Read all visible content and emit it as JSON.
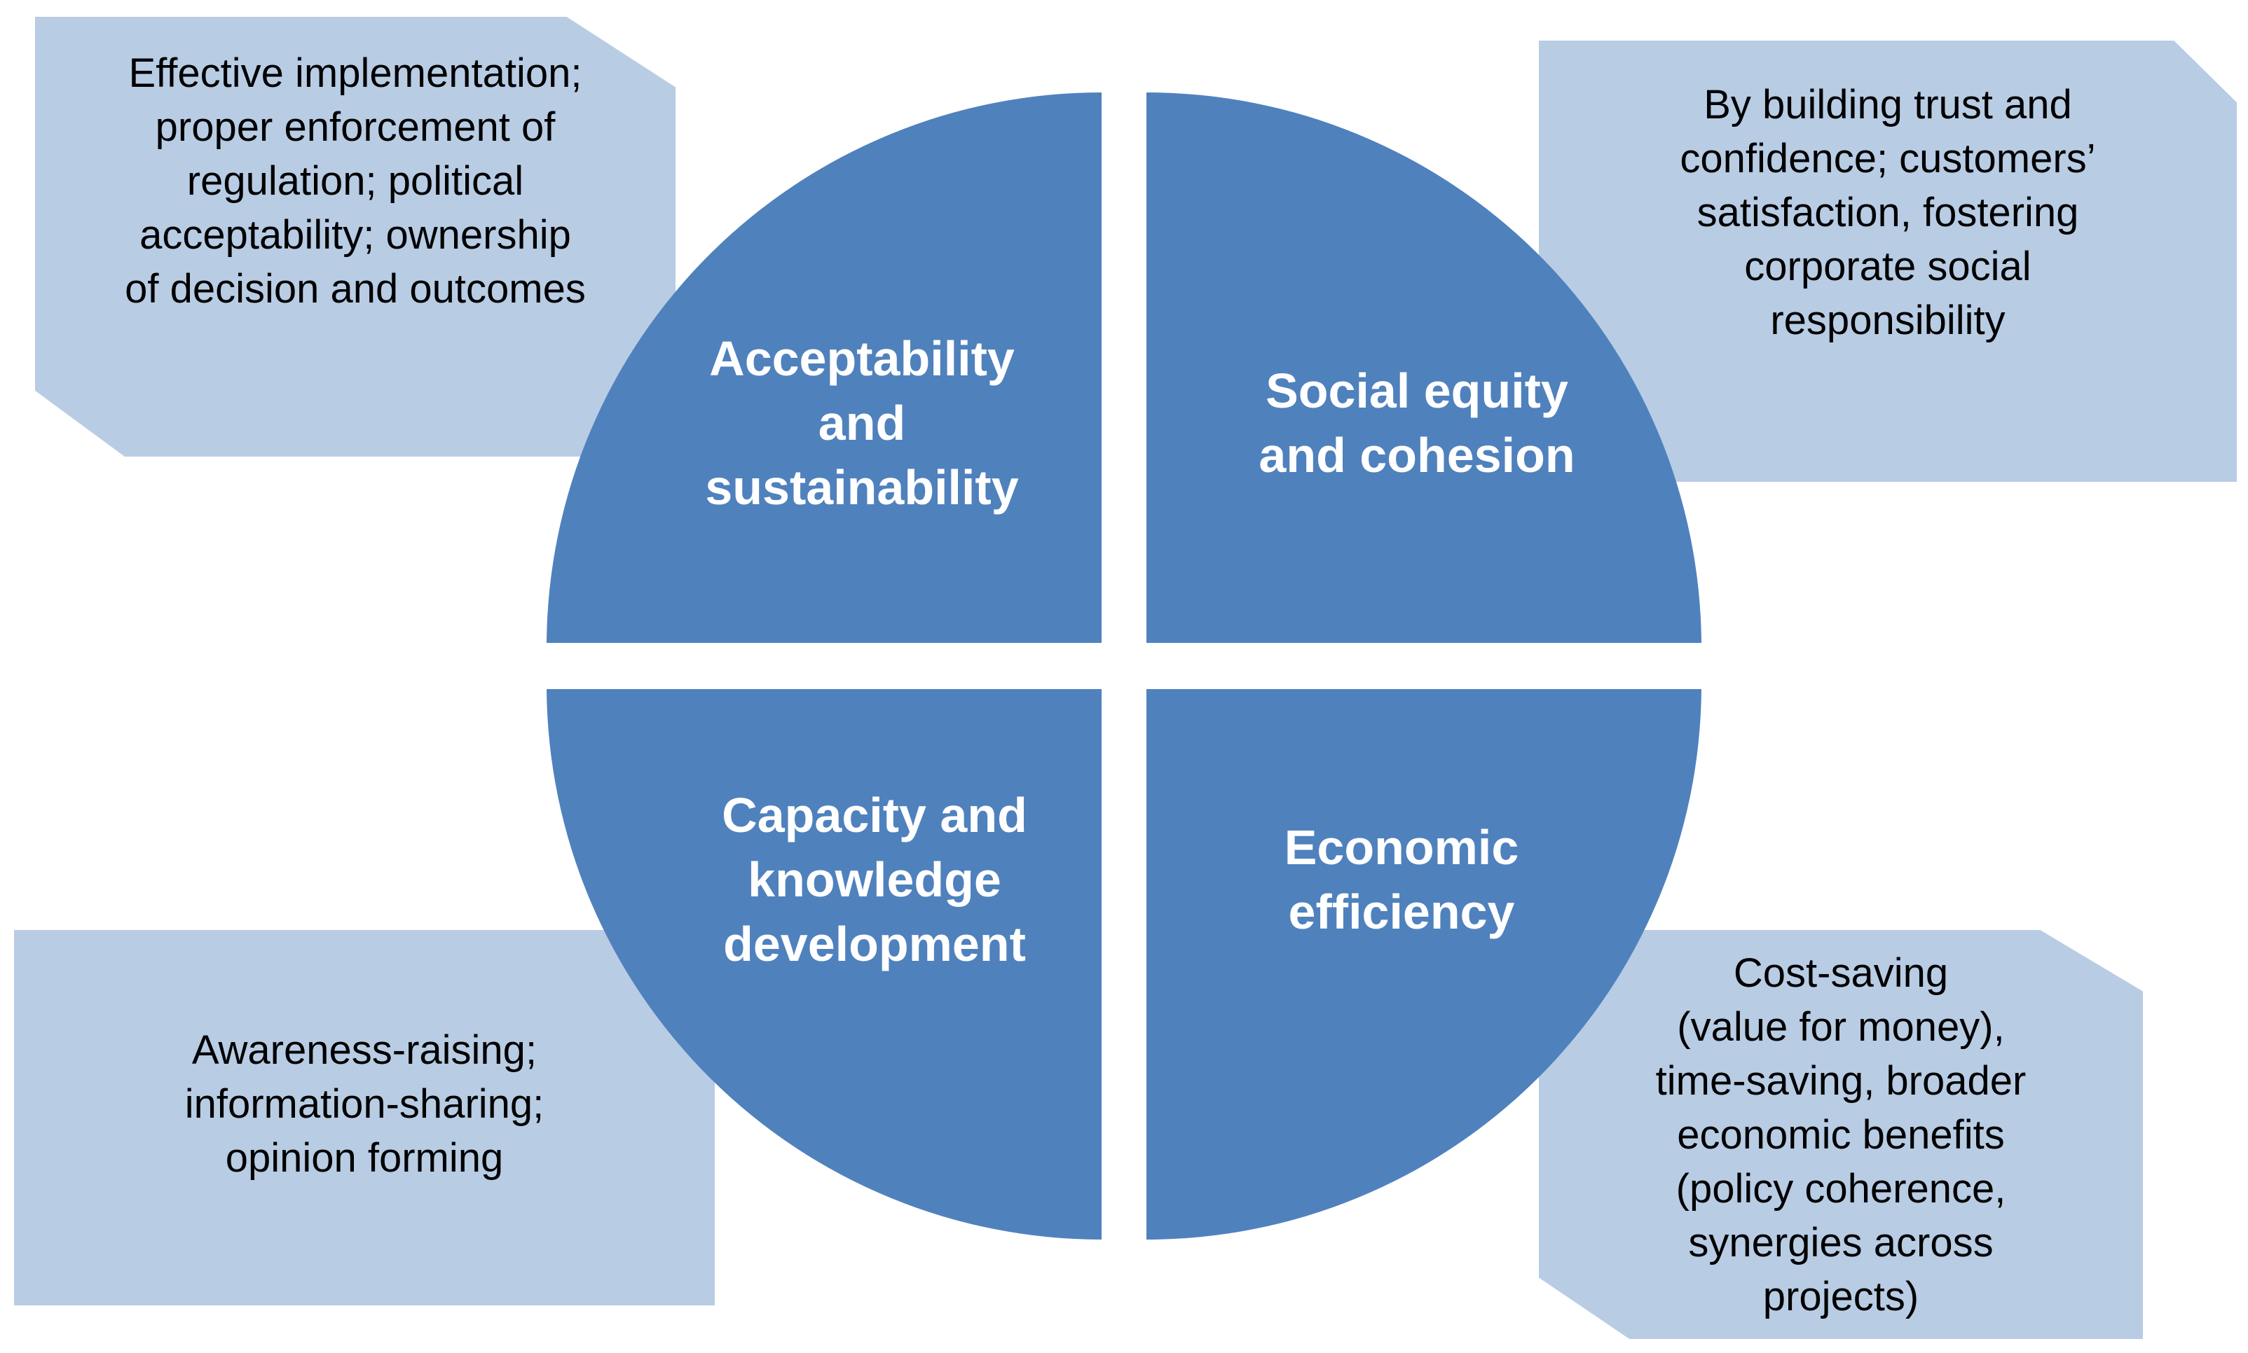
{
  "colors": {
    "quadrant_fill": "#4f81bd",
    "box_fill": "#b8cce4",
    "quadrant_text": "#ffffff",
    "box_text": "#000000"
  },
  "quadrants": {
    "top_left": "Acceptability\nand\nsustainability",
    "top_right": "Social equity\nand cohesion",
    "bottom_left": "Capacity and\nknowledge\ndevelopment",
    "bottom_right": "Economic\nefficiency"
  },
  "boxes": {
    "top_left": "Effective implementation;\nproper enforcement of\nregulation; political\nacceptability; ownership\nof decision and outcomes",
    "top_right": "By building trust and\nconfidence; customers’\nsatisfaction, fostering\ncorporate social\nresponsibility",
    "bottom_left": "Awareness-raising;\ninformation-sharing;\nopinion forming",
    "bottom_right": "Cost-saving\n(value for money),\ntime-saving, broader\neconomic benefits\n(policy coherence,\nsynergies across\nprojects)"
  }
}
